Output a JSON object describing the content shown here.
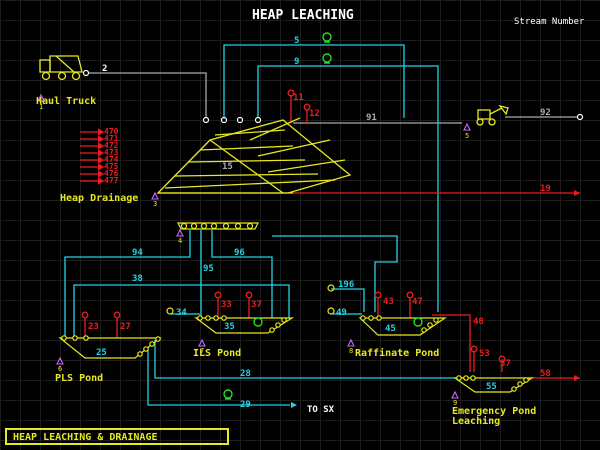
{
  "title": "HEAP LEACHING",
  "legend_stream_number": "Stream Number",
  "footer_label": "HEAP LEACHING & DRAINAGE",
  "labels": {
    "haul_truck": "Haul Truck",
    "heap_drainage": "Heap Drainage",
    "pls_pond": "PLS Pond",
    "ils_pond": "ILS Pond",
    "raffinate_pond": "Raffinate Pond",
    "emergency_pond": "Emergency Pond",
    "leaching": "Leaching",
    "to_sx": "TO SX"
  },
  "colors": {
    "cyan": "#22d3e6",
    "red": "#ee1c1c",
    "yellow": "#e8e820",
    "white": "#ffffff",
    "gray": "#aaaaaa",
    "green": "#22e022",
    "magenta": "#cc66ff"
  },
  "streams": {
    "s2": "2",
    "s5": "5",
    "s9": "9",
    "s11": "11",
    "s12": "12",
    "s91": "91",
    "s92": "92",
    "s15": "15",
    "s19": "19",
    "s94": "94",
    "s96": "96",
    "s95": "95",
    "s38": "38",
    "s196": "196",
    "s34": "34",
    "s33": "33",
    "s37a": "37",
    "s23": "23",
    "s27": "27",
    "s25": "25",
    "s35": "35",
    "s49": "49",
    "s43": "43",
    "s47": "47",
    "s45": "45",
    "s48": "48",
    "s53": "53",
    "s57": "57",
    "s55": "55",
    "s58": "58",
    "s28": "28",
    "s29": "29"
  },
  "drain_numbers": [
    "470",
    "471",
    "472",
    "473",
    "474",
    "475",
    "476",
    "477"
  ],
  "equipment_tags": [
    "1",
    "5",
    "3",
    "4",
    "6",
    "7",
    "8",
    "9"
  ]
}
